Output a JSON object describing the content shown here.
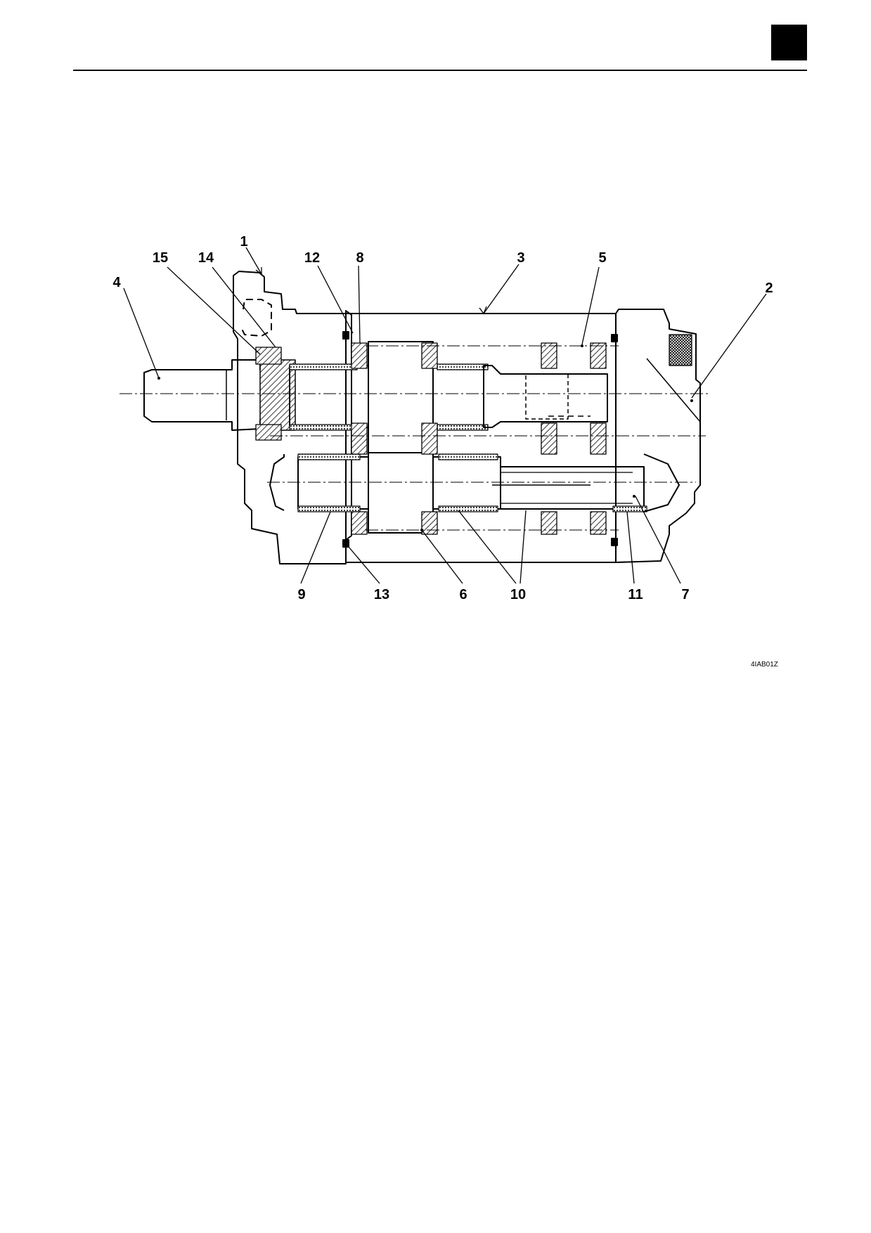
{
  "diagram": {
    "figure_code": "4IAB01Z",
    "callouts": [
      "1",
      "2",
      "3",
      "4",
      "5",
      "6",
      "7",
      "8",
      "9",
      "10",
      "11",
      "12",
      "13",
      "14",
      "15"
    ]
  }
}
